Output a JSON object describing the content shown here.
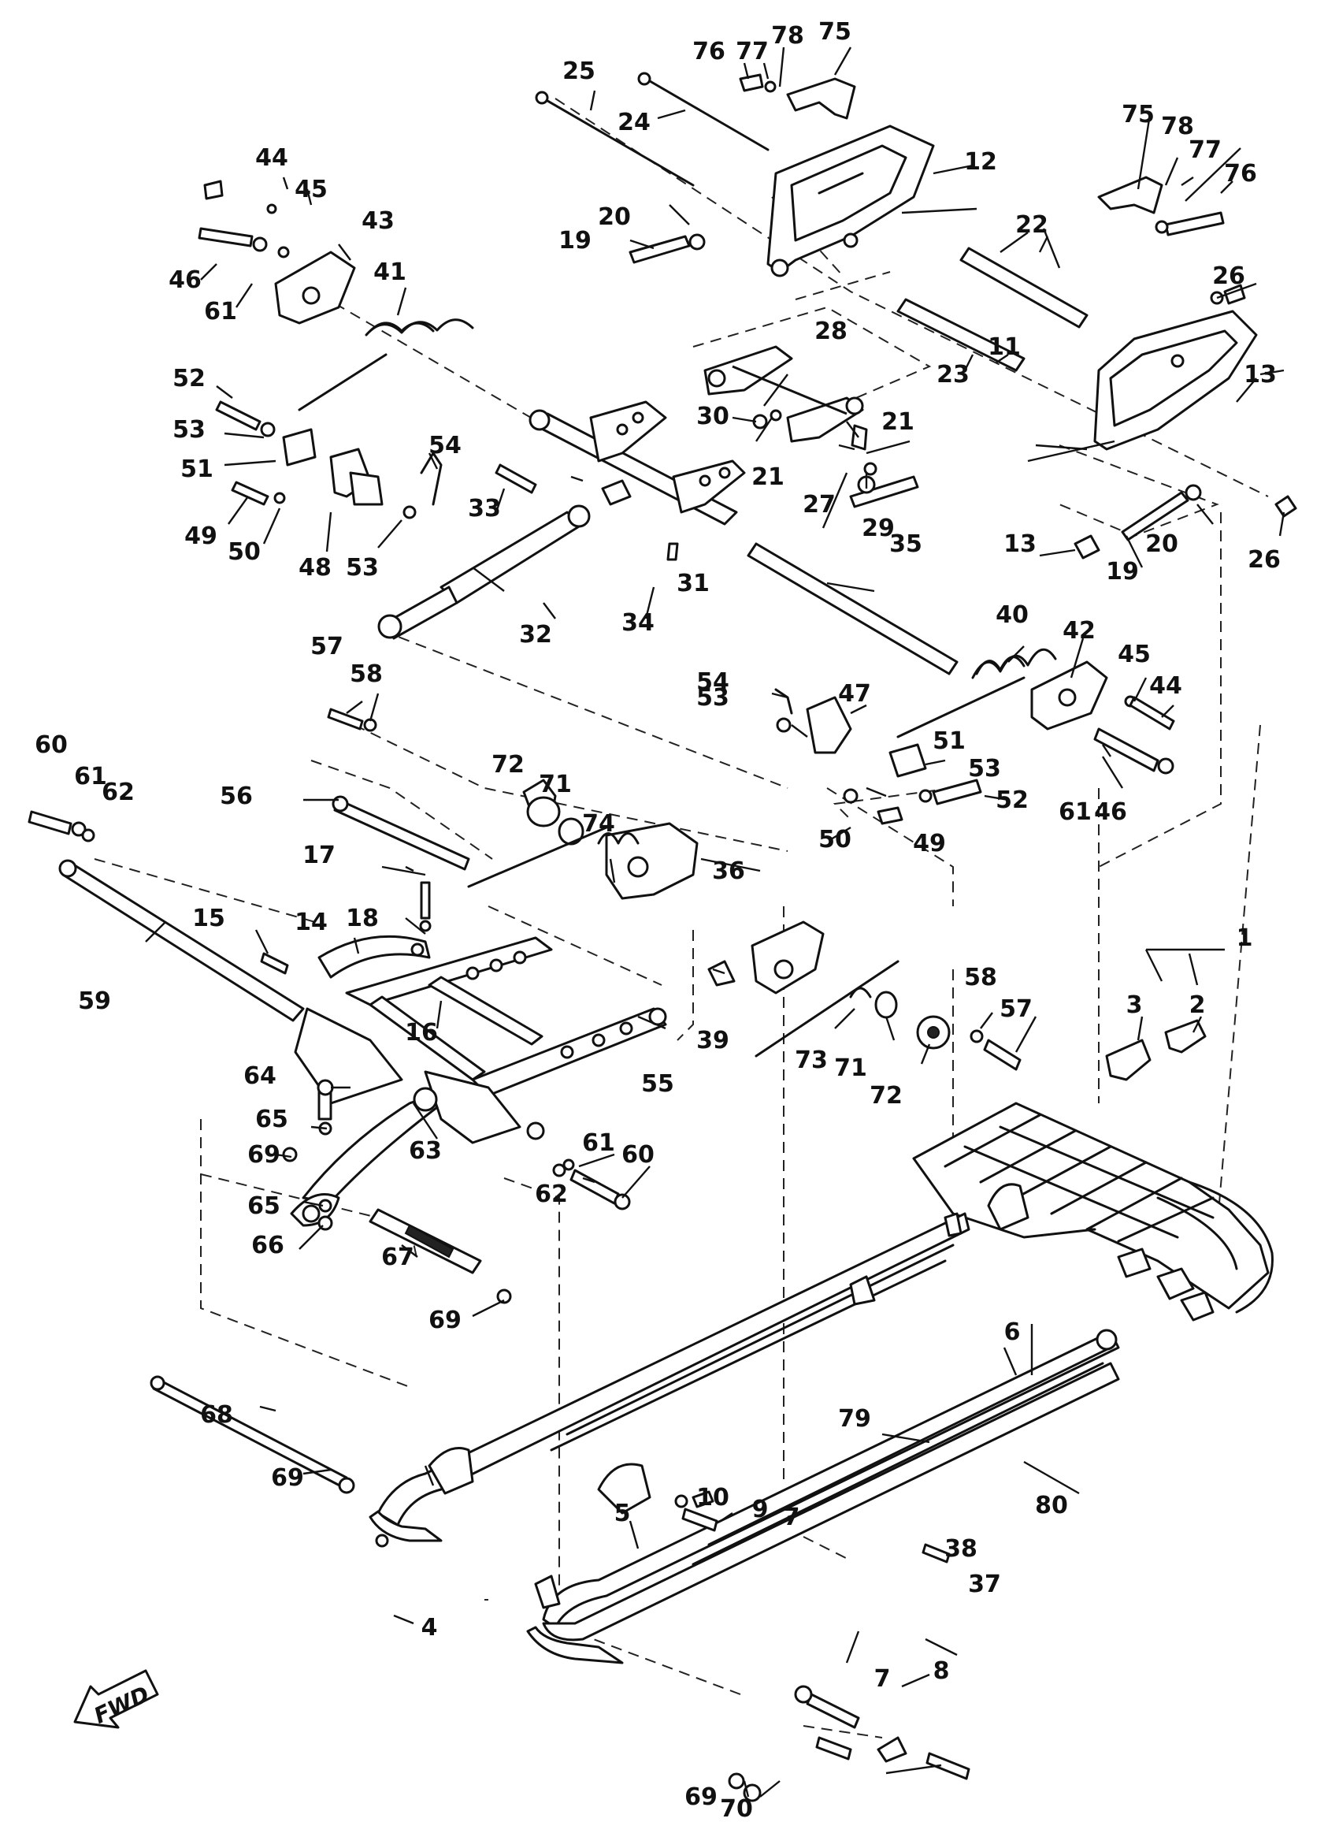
{
  "diagram": {
    "direction_label": "FWD",
    "callouts": [
      {
        "id": "c1",
        "text": "1"
      },
      {
        "id": "c2",
        "text": "2"
      },
      {
        "id": "c3",
        "text": "3"
      },
      {
        "id": "c4",
        "text": "4"
      },
      {
        "id": "c5",
        "text": "5"
      },
      {
        "id": "c6",
        "text": "6"
      },
      {
        "id": "c7a",
        "text": "7"
      },
      {
        "id": "c7b",
        "text": "7"
      },
      {
        "id": "c8",
        "text": "8"
      },
      {
        "id": "c9",
        "text": "9"
      },
      {
        "id": "c10",
        "text": "10"
      },
      {
        "id": "c11",
        "text": "11"
      },
      {
        "id": "c12",
        "text": "12"
      },
      {
        "id": "c13a",
        "text": "13"
      },
      {
        "id": "c13b",
        "text": "13"
      },
      {
        "id": "c14",
        "text": "14"
      },
      {
        "id": "c15",
        "text": "15"
      },
      {
        "id": "c16",
        "text": "16"
      },
      {
        "id": "c17",
        "text": "17"
      },
      {
        "id": "c18",
        "text": "18"
      },
      {
        "id": "c19a",
        "text": "19"
      },
      {
        "id": "c19b",
        "text": "19"
      },
      {
        "id": "c20a",
        "text": "20"
      },
      {
        "id": "c20b",
        "text": "20"
      },
      {
        "id": "c21a",
        "text": "21"
      },
      {
        "id": "c21b",
        "text": "21"
      },
      {
        "id": "c22",
        "text": "22"
      },
      {
        "id": "c23",
        "text": "23"
      },
      {
        "id": "c24",
        "text": "24"
      },
      {
        "id": "c25",
        "text": "25"
      },
      {
        "id": "c26a",
        "text": "26"
      },
      {
        "id": "c26b",
        "text": "26"
      },
      {
        "id": "c27",
        "text": "27"
      },
      {
        "id": "c28",
        "text": "28"
      },
      {
        "id": "c29",
        "text": "29"
      },
      {
        "id": "c30",
        "text": "30"
      },
      {
        "id": "c31",
        "text": "31"
      },
      {
        "id": "c32",
        "text": "32"
      },
      {
        "id": "c33",
        "text": "33"
      },
      {
        "id": "c34",
        "text": "34"
      },
      {
        "id": "c35",
        "text": "35"
      },
      {
        "id": "c36",
        "text": "36"
      },
      {
        "id": "c37",
        "text": "37"
      },
      {
        "id": "c38",
        "text": "38"
      },
      {
        "id": "c39",
        "text": "39"
      },
      {
        "id": "c40",
        "text": "40"
      },
      {
        "id": "c41",
        "text": "41"
      },
      {
        "id": "c42",
        "text": "42"
      },
      {
        "id": "c43",
        "text": "43"
      },
      {
        "id": "c44a",
        "text": "44"
      },
      {
        "id": "c44b",
        "text": "44"
      },
      {
        "id": "c45a",
        "text": "45"
      },
      {
        "id": "c45b",
        "text": "45"
      },
      {
        "id": "c46a",
        "text": "46"
      },
      {
        "id": "c46b",
        "text": "46"
      },
      {
        "id": "c47",
        "text": "47"
      },
      {
        "id": "c48",
        "text": "48"
      },
      {
        "id": "c49a",
        "text": "49"
      },
      {
        "id": "c49b",
        "text": "49"
      },
      {
        "id": "c50a",
        "text": "50"
      },
      {
        "id": "c50b",
        "text": "50"
      },
      {
        "id": "c51a",
        "text": "51"
      },
      {
        "id": "c51b",
        "text": "51"
      },
      {
        "id": "c52a",
        "text": "52"
      },
      {
        "id": "c52b",
        "text": "52"
      },
      {
        "id": "c53a",
        "text": "53"
      },
      {
        "id": "c53b",
        "text": "53"
      },
      {
        "id": "c53c",
        "text": "53"
      },
      {
        "id": "c53d",
        "text": "53"
      },
      {
        "id": "c54a",
        "text": "54"
      },
      {
        "id": "c54b",
        "text": "54"
      },
      {
        "id": "c55",
        "text": "55"
      },
      {
        "id": "c56",
        "text": "56"
      },
      {
        "id": "c57a",
        "text": "57"
      },
      {
        "id": "c57b",
        "text": "57"
      },
      {
        "id": "c58a",
        "text": "58"
      },
      {
        "id": "c58b",
        "text": "58"
      },
      {
        "id": "c59",
        "text": "59"
      },
      {
        "id": "c60a",
        "text": "60"
      },
      {
        "id": "c60b",
        "text": "60"
      },
      {
        "id": "c61a",
        "text": "61"
      },
      {
        "id": "c61b",
        "text": "61"
      },
      {
        "id": "c61c",
        "text": "61"
      },
      {
        "id": "c61d",
        "text": "61"
      },
      {
        "id": "c62a",
        "text": "62"
      },
      {
        "id": "c62b",
        "text": "62"
      },
      {
        "id": "c63",
        "text": "63"
      },
      {
        "id": "c64",
        "text": "64"
      },
      {
        "id": "c65a",
        "text": "65"
      },
      {
        "id": "c65b",
        "text": "65"
      },
      {
        "id": "c66",
        "text": "66"
      },
      {
        "id": "c67",
        "text": "67"
      },
      {
        "id": "c68",
        "text": "68"
      },
      {
        "id": "c69a",
        "text": "69"
      },
      {
        "id": "c69b",
        "text": "69"
      },
      {
        "id": "c69c",
        "text": "69"
      },
      {
        "id": "c69d",
        "text": "69"
      },
      {
        "id": "c70",
        "text": "70"
      },
      {
        "id": "c71a",
        "text": "71"
      },
      {
        "id": "c71b",
        "text": "71"
      },
      {
        "id": "c72a",
        "text": "72"
      },
      {
        "id": "c72b",
        "text": "72"
      },
      {
        "id": "c73",
        "text": "73"
      },
      {
        "id": "c74",
        "text": "74"
      },
      {
        "id": "c75a",
        "text": "75"
      },
      {
        "id": "c75b",
        "text": "75"
      },
      {
        "id": "c76a",
        "text": "76"
      },
      {
        "id": "c76b",
        "text": "76"
      },
      {
        "id": "c77a",
        "text": "77"
      },
      {
        "id": "c77b",
        "text": "77"
      },
      {
        "id": "c78a",
        "text": "78"
      },
      {
        "id": "c78b",
        "text": "78"
      },
      {
        "id": "c79",
        "text": "79"
      },
      {
        "id": "c80",
        "text": "80"
      }
    ]
  }
}
